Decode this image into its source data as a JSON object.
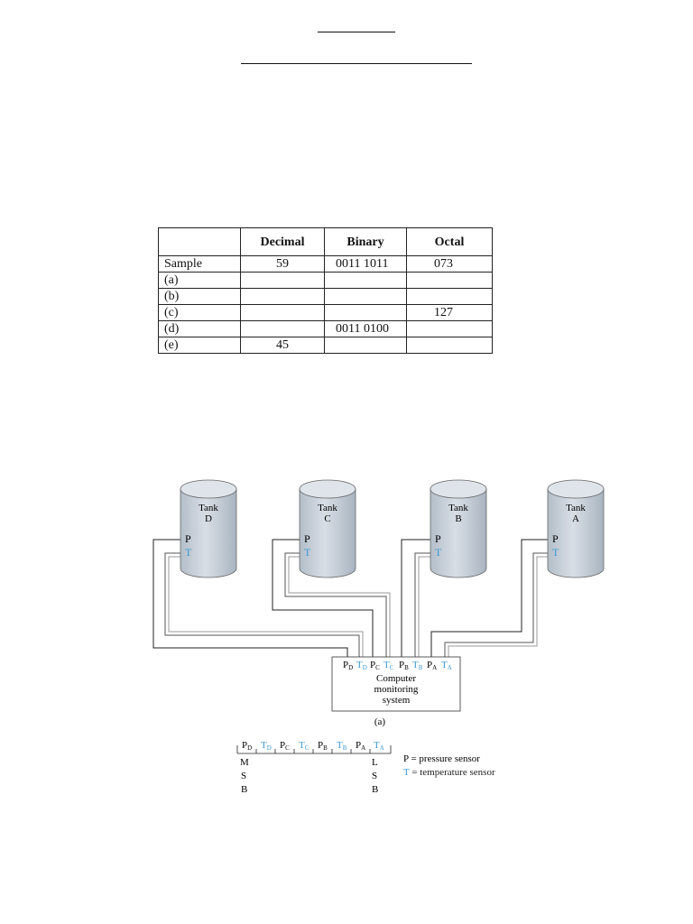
{
  "table": {
    "headers": [
      "",
      "Decimal",
      "Binary",
      "Octal"
    ],
    "rows": [
      {
        "label": "Sample",
        "decimal": "59",
        "binary": "0011 1011",
        "octal": "073"
      },
      {
        "label": "(a)",
        "decimal": "",
        "binary": "",
        "octal": ""
      },
      {
        "label": "(b)",
        "decimal": "",
        "binary": "",
        "octal": ""
      },
      {
        "label": "(c)",
        "decimal": "",
        "binary": "",
        "octal": "127"
      },
      {
        "label": "(d)",
        "decimal": "",
        "binary": "0011 0100",
        "octal": ""
      },
      {
        "label": "(e)",
        "decimal": "45",
        "binary": "",
        "octal": ""
      }
    ]
  },
  "figure": {
    "tanks": [
      {
        "name": "Tank",
        "letter": "D"
      },
      {
        "name": "Tank",
        "letter": "C"
      },
      {
        "name": "Tank",
        "letter": "B"
      },
      {
        "name": "Tank",
        "letter": "A"
      }
    ],
    "sensor_p": "P",
    "sensor_t": "T",
    "computer_lines": [
      "Computer",
      "monitoring",
      "system"
    ],
    "ports": [
      {
        "base": "P",
        "sub": "D",
        "type": "p"
      },
      {
        "base": "T",
        "sub": "D",
        "type": "t"
      },
      {
        "base": "P",
        "sub": "C",
        "type": "p"
      },
      {
        "base": "T",
        "sub": "C",
        "type": "t"
      },
      {
        "base": "P",
        "sub": "B",
        "type": "p"
      },
      {
        "base": "T",
        "sub": "B",
        "type": "t"
      },
      {
        "base": "P",
        "sub": "A",
        "type": "p"
      },
      {
        "base": "T",
        "sub": "A",
        "type": "t"
      }
    ],
    "caption": "(a)",
    "msb": [
      "M",
      "S",
      "B"
    ],
    "lsb": [
      "L",
      "S",
      "B"
    ],
    "legend_p": "P = pressure sensor",
    "legend_t": "T = temperature sensor",
    "colors": {
      "temperature": "#3a9ad9",
      "tank_fill": "#c5ced8",
      "line": "#222222"
    }
  }
}
